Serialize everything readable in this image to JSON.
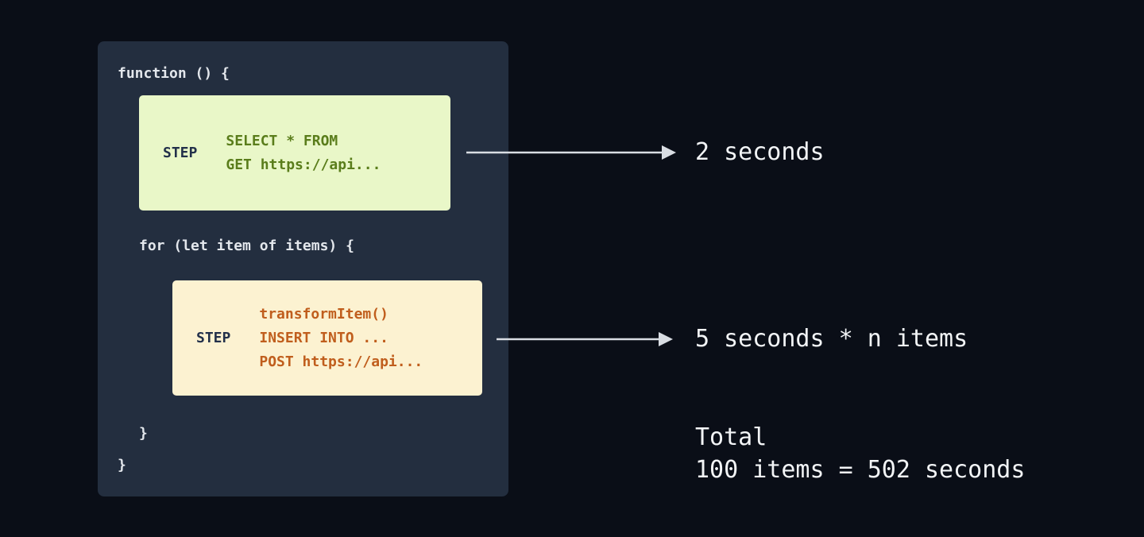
{
  "colors": {
    "background": "#0a0e17",
    "panel": "#232e3f",
    "panel_code_text": "#e3e7ec",
    "step1_box_bg": "#e9f7c8",
    "step1_code_text": "#5a7d1b",
    "step2_box_bg": "#fcf2d1",
    "step2_code_text": "#c05e1d",
    "step_label_text": "#22304a",
    "arrow": "#d9dde3",
    "annotation_text": "#f2f4f6"
  },
  "code": {
    "function_open": "function () {",
    "for_open": "for (let item of items) {",
    "for_close": "}",
    "function_close": "}"
  },
  "step1": {
    "label": "STEP",
    "lines": [
      "SELECT * FROM",
      "GET https://api..."
    ]
  },
  "step2": {
    "label": "STEP",
    "lines": [
      "transformItem()",
      "INSERT INTO ...",
      "POST https://api..."
    ]
  },
  "annotations": {
    "step1_time": "2 seconds",
    "step2_time": "5 seconds * n items",
    "total_label": "Total",
    "total_value": "100 items = 502 seconds"
  }
}
